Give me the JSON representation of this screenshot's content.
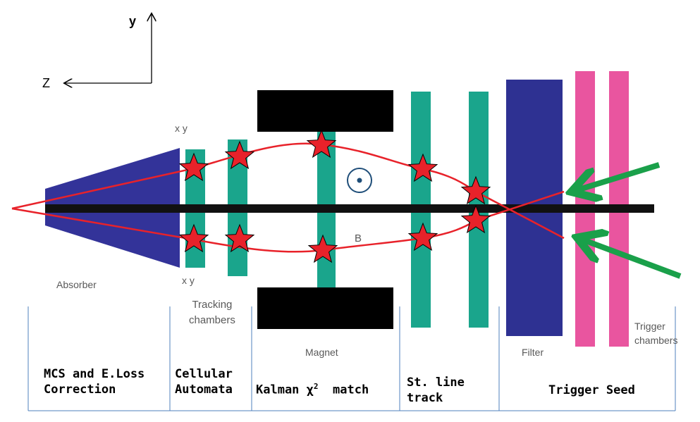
{
  "axes": {
    "y_label": "y",
    "z_label": "Z"
  },
  "detector_labels": {
    "absorber": "Absorber",
    "xy_top": "x y",
    "xy_bottom": "x y",
    "tracking_line1": "Tracking",
    "tracking_line2": "chambers",
    "magnet": "Magnet",
    "field": "B",
    "filter": "Filter",
    "trigger_line1": "Trigger",
    "trigger_line2": "chambers"
  },
  "stages": [
    {
      "line1": "MCS and E.Loss",
      "line2": "Correction"
    },
    {
      "line1": "Cellular",
      "line2": "Automata"
    },
    {
      "line1": "Kalman",
      "chi": "χ",
      "sup": "2",
      "tail": "match"
    },
    {
      "line1": "St. line",
      "line2": "track"
    },
    {
      "line1": "Trigger Seed"
    }
  ],
  "colors": {
    "absorber": "#333399",
    "chamber": "#1aa58c",
    "magnet": "#000000",
    "filter": "#2e3192",
    "trigger": "#e9559f",
    "track": "#e8222a",
    "star": "#e8222a",
    "arrow": "#1aa04a",
    "beam": "#111111",
    "divider": "#4f81bd"
  }
}
